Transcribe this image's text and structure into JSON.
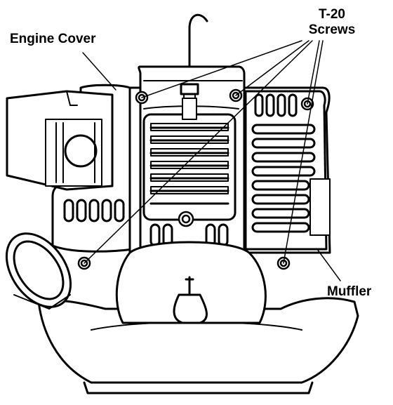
{
  "callouts": {
    "engine_cover": "Engine Cover",
    "screws_line1": "T-20",
    "screws_line2": "Screws",
    "muffler": "Muffler"
  },
  "colors": {
    "ink": "#000000",
    "paper": "#ffffff",
    "shade": "#d8d8d8"
  }
}
